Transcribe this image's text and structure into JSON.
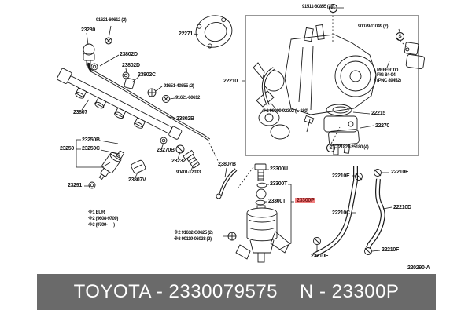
{
  "highlight_color": "#f08080",
  "highlighted_part": "23300P",
  "diagram_code": "220290-A",
  "banner": {
    "left": "TOYOTA - 2330079575",
    "right": "N - 23300P"
  },
  "markers": [
    {
      "letter": "B"
    },
    {
      "letter": "S"
    },
    {
      "letter": "S"
    }
  ],
  "labels": [
    {
      "text": "91621-60612 (2)"
    },
    {
      "text": "23280"
    },
    {
      "text": "22271"
    },
    {
      "text": "23802D"
    },
    {
      "text": "23802D"
    },
    {
      "text": "23802C"
    },
    {
      "text": "91651-40855 (2)"
    },
    {
      "text": "91621-60612"
    },
    {
      "text": "23807"
    },
    {
      "text": "23802B"
    },
    {
      "text": "23250B"
    },
    {
      "text": "23250"
    },
    {
      "text": "23250C"
    },
    {
      "text": "23270B"
    },
    {
      "text": "23232"
    },
    {
      "text": "90401-12033"
    },
    {
      "text": "23807V"
    },
    {
      "text": "23291"
    },
    {
      "text": "23807B"
    },
    {
      "text": "23300U"
    },
    {
      "text": "23300T"
    },
    {
      "text": "23300T"
    },
    {
      "text": "23300P"
    },
    {
      "text": "22210"
    },
    {
      "text": "91511-60855 (3)"
    },
    {
      "text": "90079-11049 (2)"
    },
    {
      "text": "REFER TO\nFIG 84-04\n(PNC 89452)"
    },
    {
      "text": "※1 90999-92302 (L-180)"
    },
    {
      "text": "22215"
    },
    {
      "text": "22270"
    },
    {
      "text": "21821-25180 (4)"
    },
    {
      "text": "22210E"
    },
    {
      "text": "22210F"
    },
    {
      "text": "22210C"
    },
    {
      "text": "22210D"
    },
    {
      "text": "22210E"
    },
    {
      "text": "22210F"
    },
    {
      "text": "220290-A"
    },
    {
      "text": "※1 EUR"
    },
    {
      "text": "※2 (9608-9709)"
    },
    {
      "text": "※3 (9709-      )"
    },
    {
      "text": "※2 91632-G0625 (2)"
    },
    {
      "text": "※3 90119-06038 (2)"
    }
  ]
}
